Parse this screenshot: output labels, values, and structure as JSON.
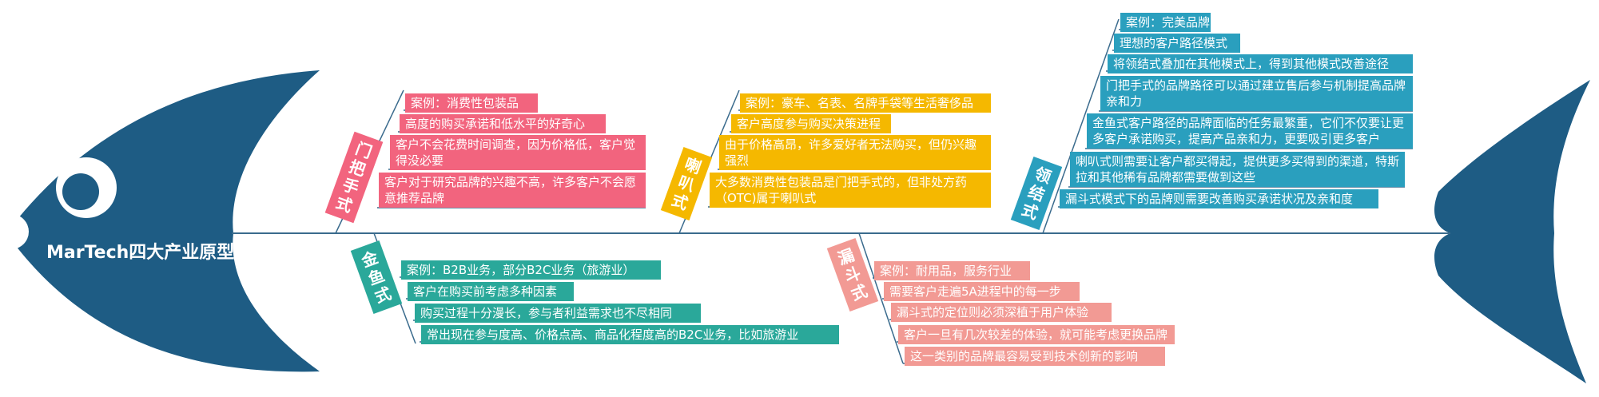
{
  "title": "MarTech四大产业原型",
  "colors": {
    "body": "#1e5c84",
    "spine": "#3a6b8d",
    "pink": "#f2647e",
    "yellow": "#f5b800",
    "blue": "#2a9fbe",
    "teal": "#2aa89a",
    "salmon": "#f29a94"
  },
  "categories": {
    "doorknob": {
      "label": "门把手式",
      "items": [
        "案例：消费性包装品",
        "高度的购买承诺和低水平的好奇心",
        "客户不会花费时间调查，因为价格低，客户觉得没必要",
        "客户对于研究品牌的兴趣不高，许多客户不会愿意推荐品牌"
      ]
    },
    "trumpet": {
      "label": "喇叭式",
      "items": [
        "案例：豪车、名表、名牌手袋等生活奢侈品",
        "客户高度参与购买决策进程",
        "由于价格高昂，许多爱好者无法购买，但仍兴趣强烈",
        "大多数消费性包装品是门把手式的，但非处方药（OTC)属于喇叭式"
      ]
    },
    "bowtie": {
      "label": "领结式",
      "items": [
        "案例：完美品牌",
        "理想的客户路径模式",
        "将领结式叠加在其他模式上，得到其他模式改善途径",
        "门把手式的品牌路径可以通过建立售后参与机制提高品牌亲和力",
        "金鱼式客户路径的品牌面临的任务最繁重，它们不仅要让更多客户承诺购买，提高产品亲和力，更要吸引更多客户",
        "喇叭式则需要让客户都买得起，提供更多买得到的渠道，特斯拉和其他稀有品牌都需要做到这些",
        "漏斗式模式下的品牌则需要改善购买承诺状况及亲和度"
      ]
    },
    "goldfish": {
      "label": "金鱼式",
      "items": [
        "案例：B2B业务，部分B2C业务（旅游业）",
        "客户在购买前考虑多种因素",
        "购买过程十分漫长，参与者利益需求也不尽相同",
        "常出现在参与度高、价格点高、商品化程度高的B2C业务，比如旅游业"
      ]
    },
    "funnel": {
      "label": "漏斗式",
      "items": [
        "案例：耐用品，服务行业",
        "需要客户走遍5A进程中的每一步",
        "漏斗式的定位则必须深植于用户体验",
        "客户一旦有几次较差的体验，就可能考虑更换品牌",
        "这一类别的品牌最容易受到技术创新的影响"
      ]
    }
  }
}
